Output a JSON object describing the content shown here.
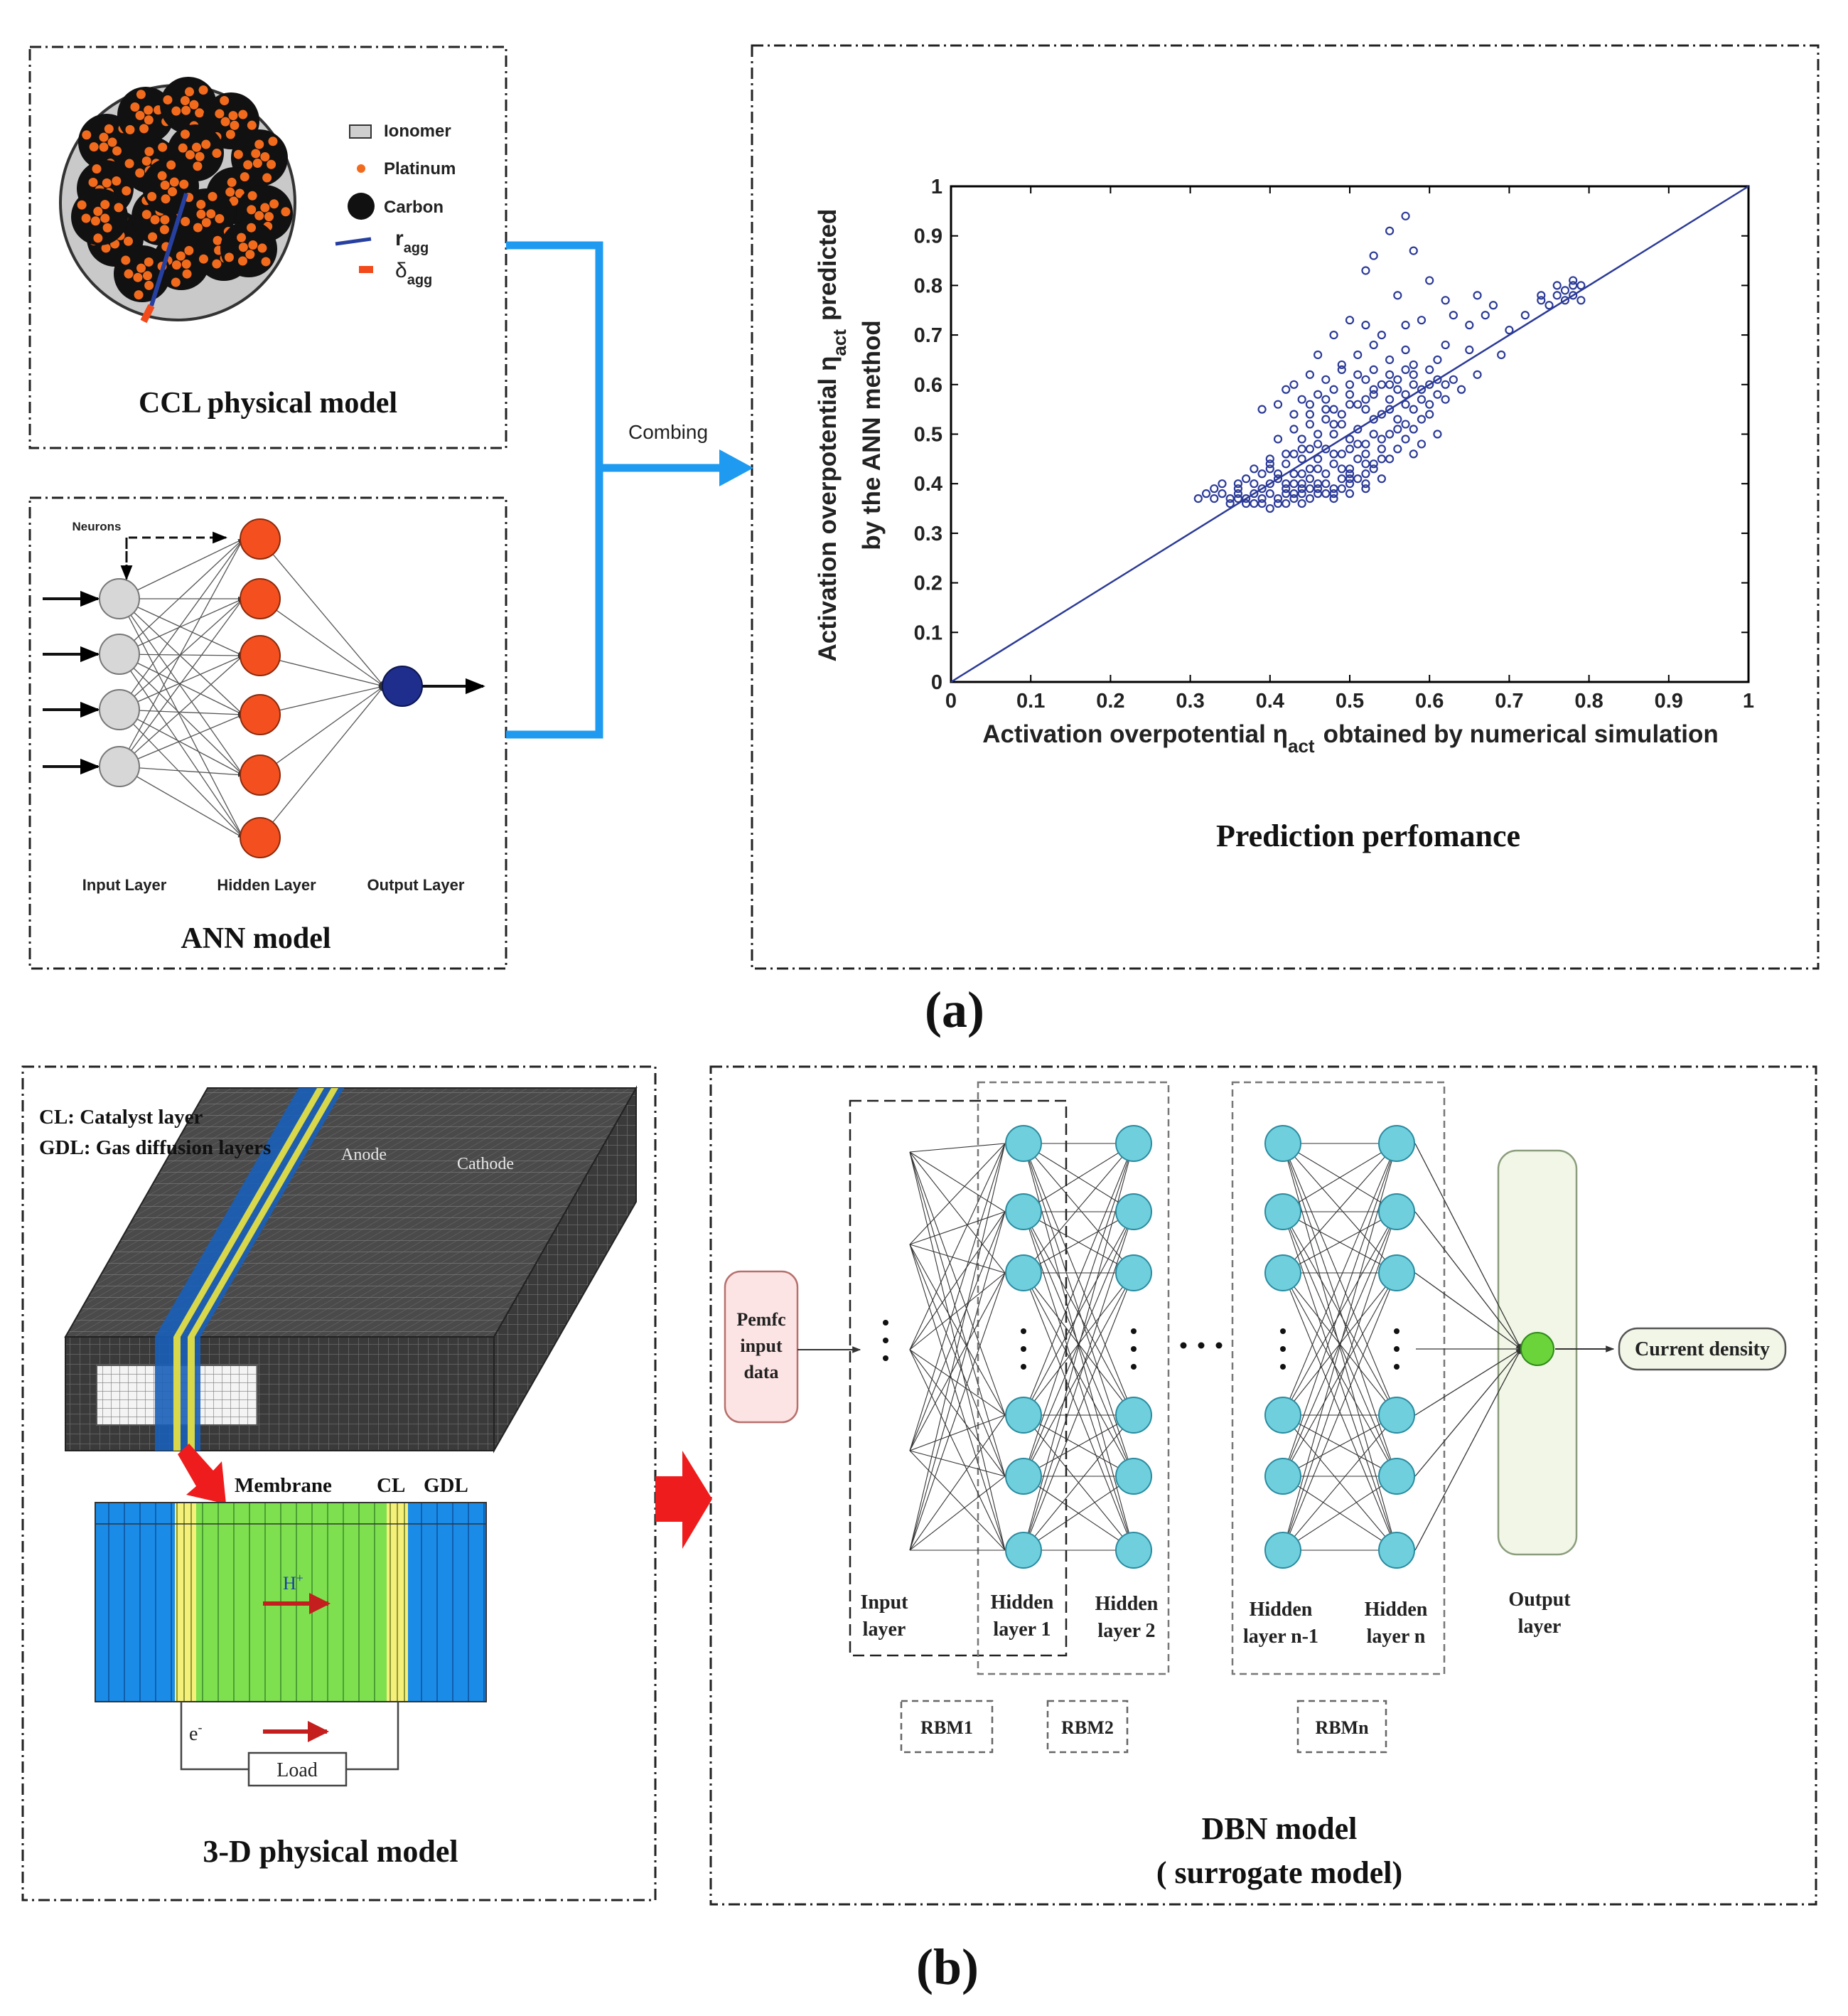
{
  "panel_a": {
    "label": "(a)",
    "ccl": {
      "title": "CCL physical model",
      "legend": {
        "ionomer": "Ionomer",
        "platinum": "Platinum",
        "carbon": "Carbon",
        "r_agg": "r",
        "r_agg_sub": "agg",
        "delta_agg": "δ",
        "delta_agg_sub": "agg"
      }
    },
    "ann": {
      "title": "ANN model",
      "neurons": "Neurons",
      "input_layer": "Input Layer",
      "hidden_layer": "Hidden Layer",
      "output_layer": "Output Layer"
    },
    "arrow_label": "Combing",
    "prediction": {
      "title": "Prediction perfomance"
    }
  },
  "chart_data": {
    "type": "scatter",
    "xlabel": "Activation overpotential η",
    "xlabel_sub": "act",
    "xlabel_tail": "obtained by numerical simulation",
    "ylabel_line1": "Activation overpotential η",
    "ylabel_sub": "act",
    "ylabel_tail": "predicted",
    "ylabel_line2": "by the ANN method",
    "xlim": [
      0,
      1
    ],
    "ylim": [
      0,
      1
    ],
    "xticks": [
      "0",
      "0.1",
      "0.2",
      "0.3",
      "0.4",
      "0.5",
      "0.6",
      "0.7",
      "0.8",
      "0.9",
      "1"
    ],
    "yticks": [
      "0",
      "0.1",
      "0.2",
      "0.3",
      "0.4",
      "0.5",
      "0.6",
      "0.7",
      "0.8",
      "0.9",
      "1"
    ],
    "reference_line": [
      [
        0,
        0
      ],
      [
        1,
        1
      ]
    ],
    "series": [
      {
        "marker": "open-circle",
        "color": "#2b3a97",
        "points": [
          [
            0.31,
            0.37
          ],
          [
            0.32,
            0.38
          ],
          [
            0.33,
            0.37
          ],
          [
            0.34,
            0.38
          ],
          [
            0.35,
            0.37
          ],
          [
            0.36,
            0.38
          ],
          [
            0.37,
            0.37
          ],
          [
            0.38,
            0.38
          ],
          [
            0.39,
            0.37
          ],
          [
            0.4,
            0.38
          ],
          [
            0.41,
            0.37
          ],
          [
            0.42,
            0.38
          ],
          [
            0.43,
            0.37
          ],
          [
            0.44,
            0.38
          ],
          [
            0.45,
            0.37
          ],
          [
            0.46,
            0.38
          ],
          [
            0.35,
            0.36
          ],
          [
            0.37,
            0.36
          ],
          [
            0.39,
            0.36
          ],
          [
            0.41,
            0.36
          ],
          [
            0.33,
            0.39
          ],
          [
            0.36,
            0.39
          ],
          [
            0.38,
            0.4
          ],
          [
            0.4,
            0.4
          ],
          [
            0.42,
            0.4
          ],
          [
            0.44,
            0.4
          ],
          [
            0.46,
            0.4
          ],
          [
            0.48,
            0.39
          ],
          [
            0.37,
            0.41
          ],
          [
            0.39,
            0.42
          ],
          [
            0.41,
            0.42
          ],
          [
            0.43,
            0.42
          ],
          [
            0.45,
            0.43
          ],
          [
            0.47,
            0.42
          ],
          [
            0.49,
            0.41
          ],
          [
            0.5,
            0.4
          ],
          [
            0.4,
            0.44
          ],
          [
            0.42,
            0.44
          ],
          [
            0.44,
            0.45
          ],
          [
            0.46,
            0.45
          ],
          [
            0.48,
            0.44
          ],
          [
            0.5,
            0.43
          ],
          [
            0.52,
            0.42
          ],
          [
            0.43,
            0.46
          ],
          [
            0.45,
            0.47
          ],
          [
            0.47,
            0.47
          ],
          [
            0.49,
            0.46
          ],
          [
            0.51,
            0.45
          ],
          [
            0.53,
            0.44
          ],
          [
            0.44,
            0.49
          ],
          [
            0.46,
            0.5
          ],
          [
            0.48,
            0.5
          ],
          [
            0.5,
            0.49
          ],
          [
            0.52,
            0.48
          ],
          [
            0.54,
            0.47
          ],
          [
            0.45,
            0.52
          ],
          [
            0.47,
            0.53
          ],
          [
            0.49,
            0.52
          ],
          [
            0.51,
            0.51
          ],
          [
            0.53,
            0.5
          ],
          [
            0.55,
            0.5
          ],
          [
            0.48,
            0.55
          ],
          [
            0.5,
            0.56
          ],
          [
            0.52,
            0.55
          ],
          [
            0.54,
            0.54
          ],
          [
            0.56,
            0.53
          ],
          [
            0.58,
            0.55
          ],
          [
            0.5,
            0.58
          ],
          [
            0.52,
            0.57
          ],
          [
            0.55,
            0.57
          ],
          [
            0.57,
            0.58
          ],
          [
            0.59,
            0.59
          ],
          [
            0.6,
            0.6
          ],
          [
            0.61,
            0.61
          ],
          [
            0.62,
            0.6
          ],
          [
            0.58,
            0.6
          ],
          [
            0.56,
            0.59
          ],
          [
            0.53,
            0.59
          ],
          [
            0.4,
            0.45
          ],
          [
            0.38,
            0.43
          ],
          [
            0.36,
            0.4
          ],
          [
            0.34,
            0.4
          ],
          [
            0.44,
            0.42
          ],
          [
            0.46,
            0.43
          ],
          [
            0.48,
            0.46
          ],
          [
            0.5,
            0.47
          ],
          [
            0.52,
            0.46
          ],
          [
            0.54,
            0.49
          ],
          [
            0.56,
            0.51
          ],
          [
            0.57,
            0.52
          ],
          [
            0.42,
            0.39
          ],
          [
            0.44,
            0.39
          ],
          [
            0.46,
            0.39
          ],
          [
            0.48,
            0.38
          ],
          [
            0.5,
            0.38
          ],
          [
            0.52,
            0.4
          ],
          [
            0.54,
            0.41
          ],
          [
            0.49,
            0.43
          ],
          [
            0.47,
            0.4
          ],
          [
            0.39,
            0.39
          ],
          [
            0.41,
            0.41
          ],
          [
            0.43,
            0.4
          ],
          [
            0.45,
            0.41
          ],
          [
            0.51,
            0.48
          ],
          [
            0.53,
            0.53
          ],
          [
            0.55,
            0.55
          ],
          [
            0.57,
            0.56
          ],
          [
            0.59,
            0.57
          ],
          [
            0.48,
            0.52
          ],
          [
            0.46,
            0.48
          ],
          [
            0.47,
            0.38
          ],
          [
            0.49,
            0.39
          ],
          [
            0.51,
            0.41
          ],
          [
            0.53,
            0.43
          ],
          [
            0.55,
            0.45
          ],
          [
            0.57,
            0.49
          ],
          [
            0.59,
            0.53
          ],
          [
            0.61,
            0.58
          ],
          [
            0.63,
            0.61
          ],
          [
            0.6,
            0.56
          ],
          [
            0.58,
            0.51
          ],
          [
            0.56,
            0.47
          ],
          [
            0.54,
            0.45
          ],
          [
            0.52,
            0.44
          ],
          [
            0.5,
            0.42
          ],
          [
            0.38,
            0.36
          ],
          [
            0.4,
            0.35
          ],
          [
            0.42,
            0.36
          ],
          [
            0.44,
            0.36
          ],
          [
            0.36,
            0.37
          ],
          [
            0.55,
            0.91
          ],
          [
            0.57,
            0.94
          ],
          [
            0.58,
            0.87
          ],
          [
            0.53,
            0.86
          ],
          [
            0.52,
            0.83
          ],
          [
            0.6,
            0.81
          ],
          [
            0.62,
            0.77
          ],
          [
            0.66,
            0.78
          ],
          [
            0.68,
            0.76
          ],
          [
            0.56,
            0.78
          ],
          [
            0.5,
            0.73
          ],
          [
            0.48,
            0.7
          ],
          [
            0.52,
            0.72
          ],
          [
            0.54,
            0.7
          ],
          [
            0.57,
            0.72
          ],
          [
            0.59,
            0.73
          ],
          [
            0.63,
            0.74
          ],
          [
            0.65,
            0.72
          ],
          [
            0.67,
            0.74
          ],
          [
            0.7,
            0.71
          ],
          [
            0.72,
            0.74
          ],
          [
            0.74,
            0.77
          ],
          [
            0.76,
            0.8
          ],
          [
            0.77,
            0.79
          ],
          [
            0.78,
            0.81
          ],
          [
            0.78,
            0.78
          ],
          [
            0.77,
            0.77
          ],
          [
            0.76,
            0.78
          ],
          [
            0.75,
            0.76
          ],
          [
            0.79,
            0.8
          ],
          [
            0.79,
            0.77
          ],
          [
            0.78,
            0.8
          ],
          [
            0.74,
            0.78
          ],
          [
            0.46,
            0.66
          ],
          [
            0.49,
            0.64
          ],
          [
            0.51,
            0.66
          ],
          [
            0.53,
            0.68
          ],
          [
            0.55,
            0.65
          ],
          [
            0.57,
            0.67
          ],
          [
            0.58,
            0.64
          ],
          [
            0.61,
            0.65
          ],
          [
            0.62,
            0.68
          ],
          [
            0.65,
            0.67
          ],
          [
            0.69,
            0.66
          ],
          [
            0.43,
            0.6
          ],
          [
            0.45,
            0.62
          ],
          [
            0.47,
            0.61
          ],
          [
            0.49,
            0.63
          ],
          [
            0.51,
            0.62
          ],
          [
            0.53,
            0.63
          ],
          [
            0.55,
            0.62
          ],
          [
            0.57,
            0.63
          ],
          [
            0.6,
            0.63
          ],
          [
            0.42,
            0.59
          ],
          [
            0.44,
            0.57
          ],
          [
            0.46,
            0.58
          ],
          [
            0.48,
            0.59
          ],
          [
            0.5,
            0.6
          ],
          [
            0.52,
            0.61
          ],
          [
            0.54,
            0.6
          ],
          [
            0.56,
            0.61
          ],
          [
            0.58,
            0.62
          ],
          [
            0.39,
            0.55
          ],
          [
            0.41,
            0.56
          ],
          [
            0.43,
            0.54
          ],
          [
            0.45,
            0.56
          ],
          [
            0.47,
            0.57
          ],
          [
            0.59,
            0.48
          ],
          [
            0.58,
            0.46
          ],
          [
            0.61,
            0.5
          ],
          [
            0.6,
            0.54
          ],
          [
            0.62,
            0.57
          ],
          [
            0.64,
            0.59
          ],
          [
            0.66,
            0.62
          ],
          [
            0.45,
            0.39
          ],
          [
            0.43,
            0.38
          ],
          [
            0.48,
            0.37
          ],
          [
            0.5,
            0.41
          ],
          [
            0.52,
            0.39
          ],
          [
            0.4,
            0.43
          ],
          [
            0.42,
            0.46
          ],
          [
            0.44,
            0.47
          ],
          [
            0.41,
            0.49
          ],
          [
            0.43,
            0.51
          ],
          [
            0.45,
            0.54
          ],
          [
            0.47,
            0.55
          ],
          [
            0.49,
            0.54
          ],
          [
            0.51,
            0.56
          ],
          [
            0.53,
            0.58
          ],
          [
            0.55,
            0.6
          ]
        ]
      }
    ]
  },
  "panel_b": {
    "label": "(b)",
    "physical": {
      "title": "3-D physical model",
      "legend_cl": "CL: Catalyst layer",
      "legend_gdl": "GDL: Gas diffusion layers",
      "anode": "Anode",
      "cathode": "Cathode",
      "membrane": "Membrane",
      "cl": "CL",
      "gdl": "GDL",
      "h_plus": "H",
      "h_plus_sup": "+",
      "electron": "e",
      "electron_sup": "-",
      "load": "Load"
    },
    "dbn": {
      "title_line1": "DBN model",
      "title_line2": "( surrogate model)",
      "input_data": [
        "Pemfc",
        "input",
        "data"
      ],
      "input_layer": [
        "Input",
        "layer"
      ],
      "hidden1": [
        "Hidden",
        "layer 1"
      ],
      "hidden2": [
        "Hidden",
        "layer 2"
      ],
      "hidden_n1": [
        "Hidden",
        "layer n-1"
      ],
      "hidden_n": [
        "Hidden",
        "layer n"
      ],
      "output_layer": [
        "Output",
        "layer"
      ],
      "rbm1": "RBM1",
      "rbm2": "RBM2",
      "rbmn": "RBMn",
      "output": "Current density"
    }
  },
  "colors": {
    "arrow_blue": "#1e9bf0",
    "platinum": "#f26b1d",
    "hidden_neuron": "#f4501f",
    "output_neuron": "#1f2e8c",
    "scatter": "#2b3a97",
    "dbn_neuron": "#6fcfdc",
    "dbn_output": "#6bd43b",
    "membrane": "#7ee04f",
    "gdl_blue": "#1a8ce8",
    "cl_yellow": "#f5f07a",
    "red_arrow": "#ee1c1c"
  }
}
